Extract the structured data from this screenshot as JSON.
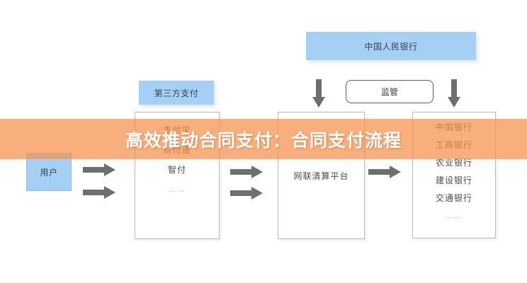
{
  "banner": {
    "text": "高效推动合同支付：合同支付流程",
    "bg_color": "#F6904A",
    "text_color": "#FFFFFF"
  },
  "diagram": {
    "accent_blue": "#A5D0F5",
    "arrow_color": "#6E6E6E",
    "user_box": {
      "label": "用户"
    },
    "third_party_header": {
      "label": "第三方支付"
    },
    "third_party_items": [
      {
        "label": "支付宝"
      },
      {
        "label": "财付通"
      },
      {
        "label": "智付"
      },
      {
        "label": "……"
      }
    ],
    "clearing_box": {
      "label": "网联清算平台"
    },
    "central_bank": {
      "label": "中国人民银行"
    },
    "supervision": {
      "label": "监管"
    },
    "bank_items": [
      {
        "label": "中国银行"
      },
      {
        "label": "工商银行"
      },
      {
        "label": "农业银行"
      },
      {
        "label": "建设银行"
      },
      {
        "label": "交通银行"
      },
      {
        "label": "……"
      }
    ],
    "arrows": {
      "user_to_tp_1": "arrow-right-icon",
      "user_to_tp_2": "arrow-right-icon",
      "tp_to_clearing_1": "arrow-right-icon",
      "tp_to_clearing_2": "arrow-right-icon",
      "clearing_to_bank": "arrow-right-icon",
      "pboc_down_left": "arrow-down-icon",
      "pboc_down_right": "arrow-down-icon"
    }
  }
}
